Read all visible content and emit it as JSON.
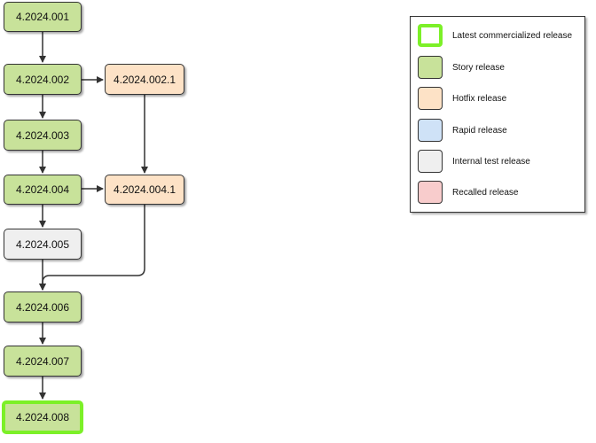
{
  "diagram": {
    "nodes": {
      "n001": "4.2024.001",
      "n002": "4.2024.002",
      "n0021": "4.2024.002.1",
      "n003": "4.2024.003",
      "n004": "4.2024.004",
      "n0041": "4.2024.004.1",
      "n005": "4.2024.005",
      "n006": "4.2024.006",
      "n007": "4.2024.007",
      "n008": "4.2024.008"
    }
  },
  "legend": {
    "latest": "Latest commercialized release",
    "story": "Story release",
    "hotfix": "Hotfix release",
    "rapid": "Rapid release",
    "internal": "Internal test release",
    "recalled": "Recalled release"
  },
  "colors": {
    "story": "#c8e29a",
    "hotfix": "#fde2c6",
    "rapid": "#cfe2f7",
    "internal": "#efefef",
    "recalled": "#f8cccc",
    "latest_border": "#7cf028"
  }
}
